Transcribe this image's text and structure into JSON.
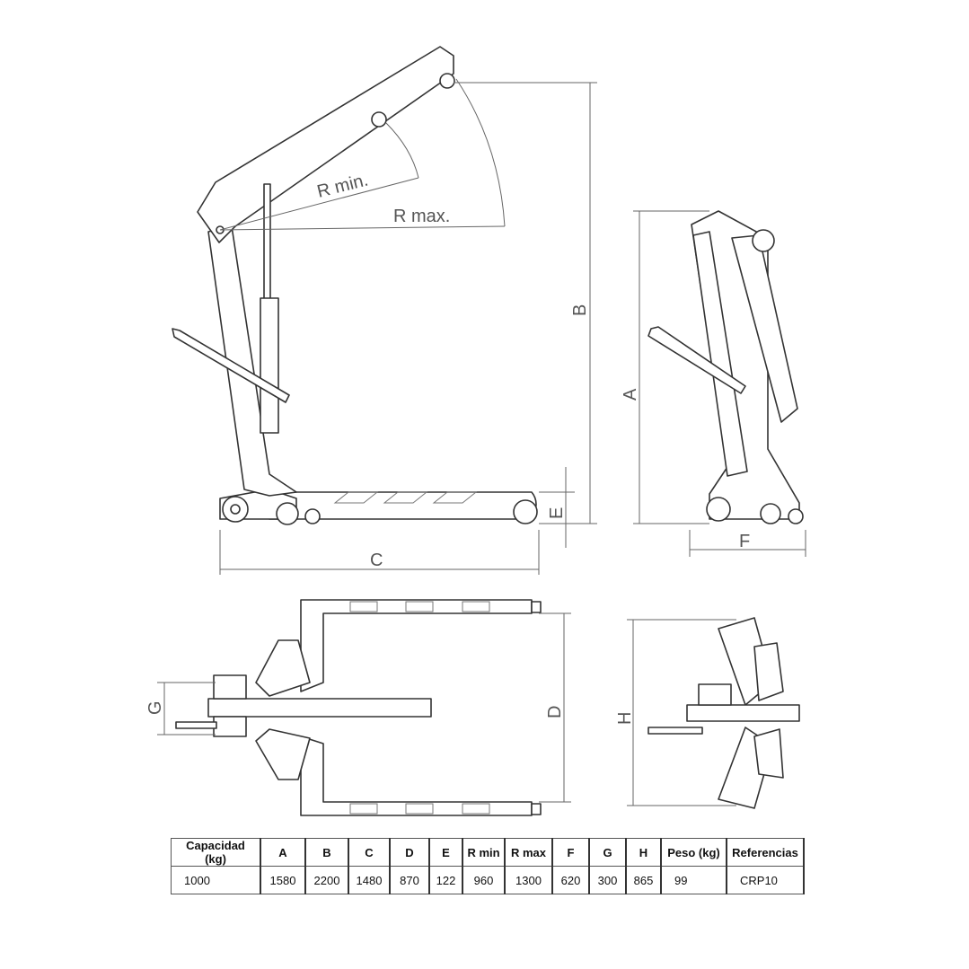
{
  "labels": {
    "r_min": "R min.",
    "r_max": "R max.",
    "A": "A",
    "B": "B",
    "C": "C",
    "D": "D",
    "E": "E",
    "F": "F",
    "G": "G",
    "H": "H"
  },
  "table": {
    "headers": [
      "Capacidad (kg)",
      "A",
      "B",
      "C",
      "D",
      "E",
      "R min",
      "R max",
      "F",
      "G",
      "H",
      "Peso (kg)",
      "Referencias"
    ],
    "rows": [
      [
        "1000",
        "1580",
        "2200",
        "1480",
        "870",
        "122",
        "960",
        "1300",
        "620",
        "300",
        "865",
        "99",
        "CRP10"
      ]
    ]
  }
}
